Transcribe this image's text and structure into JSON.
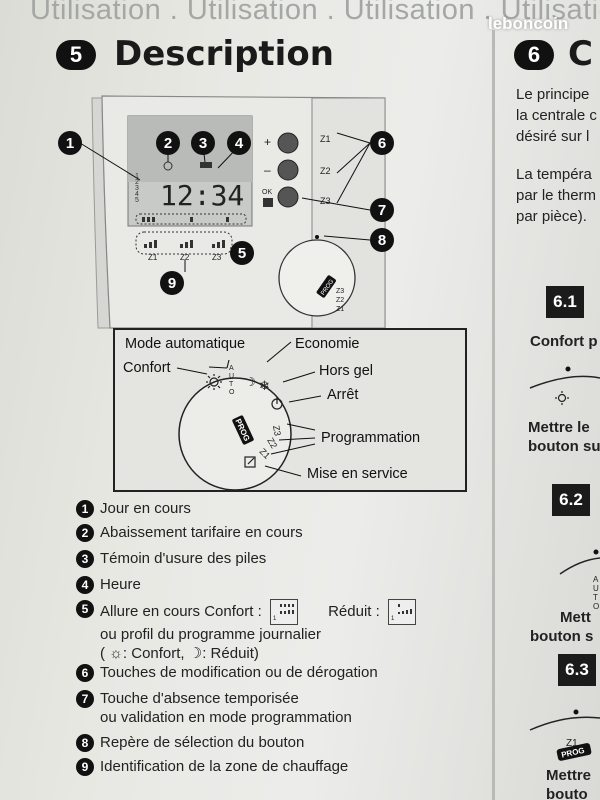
{
  "header": {
    "text": "Utilisation . Utilisation . Utilisation . Utilisation"
  },
  "watermark": {
    "brand": "leboncoin"
  },
  "section5": {
    "number": "5",
    "title": "Description"
  },
  "section6": {
    "number": "6",
    "title": "C"
  },
  "right_column": {
    "para1": [
      "Le principe",
      "la centrale c",
      "désiré sur l"
    ],
    "para2": [
      "La tempéra",
      "par le therm",
      "par pièce)."
    ],
    "sub1": {
      "number": "6.1",
      "title": "Confort p",
      "caption": [
        "Mettre le",
        "bouton su"
      ]
    },
    "sub2": {
      "number": "6.2",
      "caption": [
        "Mett",
        "bouton s"
      ]
    },
    "sub3": {
      "number": "6.3",
      "zone": "Z1",
      "prog": "PROG",
      "caption": [
        "Mettre",
        "bouto"
      ]
    }
  },
  "device": {
    "display_time": "12:34",
    "day_digits": "1 2 3 4 5 6 7",
    "buttons": {
      "plus": "+",
      "minus": "–",
      "ok": "OK"
    },
    "zones": [
      "Z1",
      "Z2",
      "Z3"
    ],
    "bar_zones": [
      "Z1",
      "Z2",
      "Z3"
    ],
    "dial_zones": [
      "Z3",
      "Z2",
      "Z1"
    ],
    "prog": "PROG",
    "callouts": [
      "1",
      "2",
      "3",
      "4",
      "5",
      "6",
      "7",
      "8",
      "9"
    ]
  },
  "diagram": {
    "labels": {
      "mode_auto": "Mode automatique",
      "economie": "Economie",
      "confort": "Confort",
      "hors_gel": "Hors gel",
      "arret": "Arrêt",
      "programmation": "Programmation",
      "mise_en_service": "Mise en service"
    },
    "dial": {
      "auto": "AUTO",
      "zones": [
        "Z3",
        "Z2",
        "Z1"
      ],
      "prog": "PROG"
    }
  },
  "legend": [
    {
      "num": "1",
      "text": "Jour en cours"
    },
    {
      "num": "2",
      "text": "Abaissement tarifaire en cours"
    },
    {
      "num": "3",
      "text": "Témoin d'usure des piles"
    },
    {
      "num": "4",
      "text": "Heure"
    },
    {
      "num": "5",
      "text": "Allure en cours Confort :",
      "text2": "Réduit :",
      "line2": "ou profil du programme journalier",
      "line3": "( ☼: Confort, ☽: Réduit)"
    },
    {
      "num": "6",
      "text": "Touches de modification ou de dérogation"
    },
    {
      "num": "7",
      "text": "Touche d'absence temporisée",
      "line2": "ou validation en mode programmation"
    },
    {
      "num": "8",
      "text": "Repère de sélection du bouton"
    },
    {
      "num": "9",
      "text": "Identification de la zone de chauffage"
    }
  ]
}
